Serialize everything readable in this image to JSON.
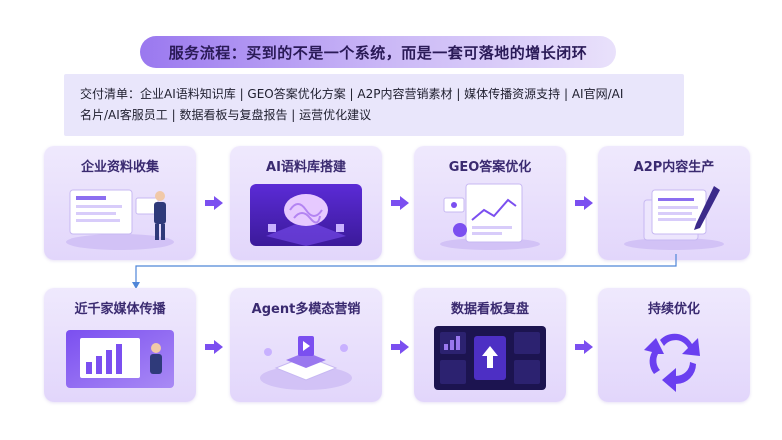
{
  "title": "服务流程：买到的不是一个系统，而是一套可落地的增长闭环",
  "deliverables": {
    "line1": "交付清单：企业AI语料知识库 | GEO答案优化方案 | A2P内容营销素材 | 媒体传播资源支持 | AI官网/AI",
    "line2": "名片/AI客服员工 | 数据看板与复盘报告 | 运营优化建议"
  },
  "steps": [
    {
      "label": "企业资料收集",
      "icon": "presenter-illustration"
    },
    {
      "label": "AI语料库搭建",
      "icon": "brain-chip-illustration"
    },
    {
      "label": "GEO答案优化",
      "icon": "document-chart-illustration"
    },
    {
      "label": "A2P内容生产",
      "icon": "document-pen-illustration"
    },
    {
      "label": "近千家媒体传播",
      "icon": "media-dashboard-illustration"
    },
    {
      "label": "Agent多模态营销",
      "icon": "play-platform-illustration"
    },
    {
      "label": "数据看板复盘",
      "icon": "data-dashboard-illustration"
    },
    {
      "label": "持续优化",
      "icon": "recycle-icon"
    }
  ],
  "colors": {
    "accent": "#7b4ff0",
    "card_top": "#efe9fd",
    "card_bottom": "#e2d6fb",
    "connector": "#4f86d8"
  }
}
